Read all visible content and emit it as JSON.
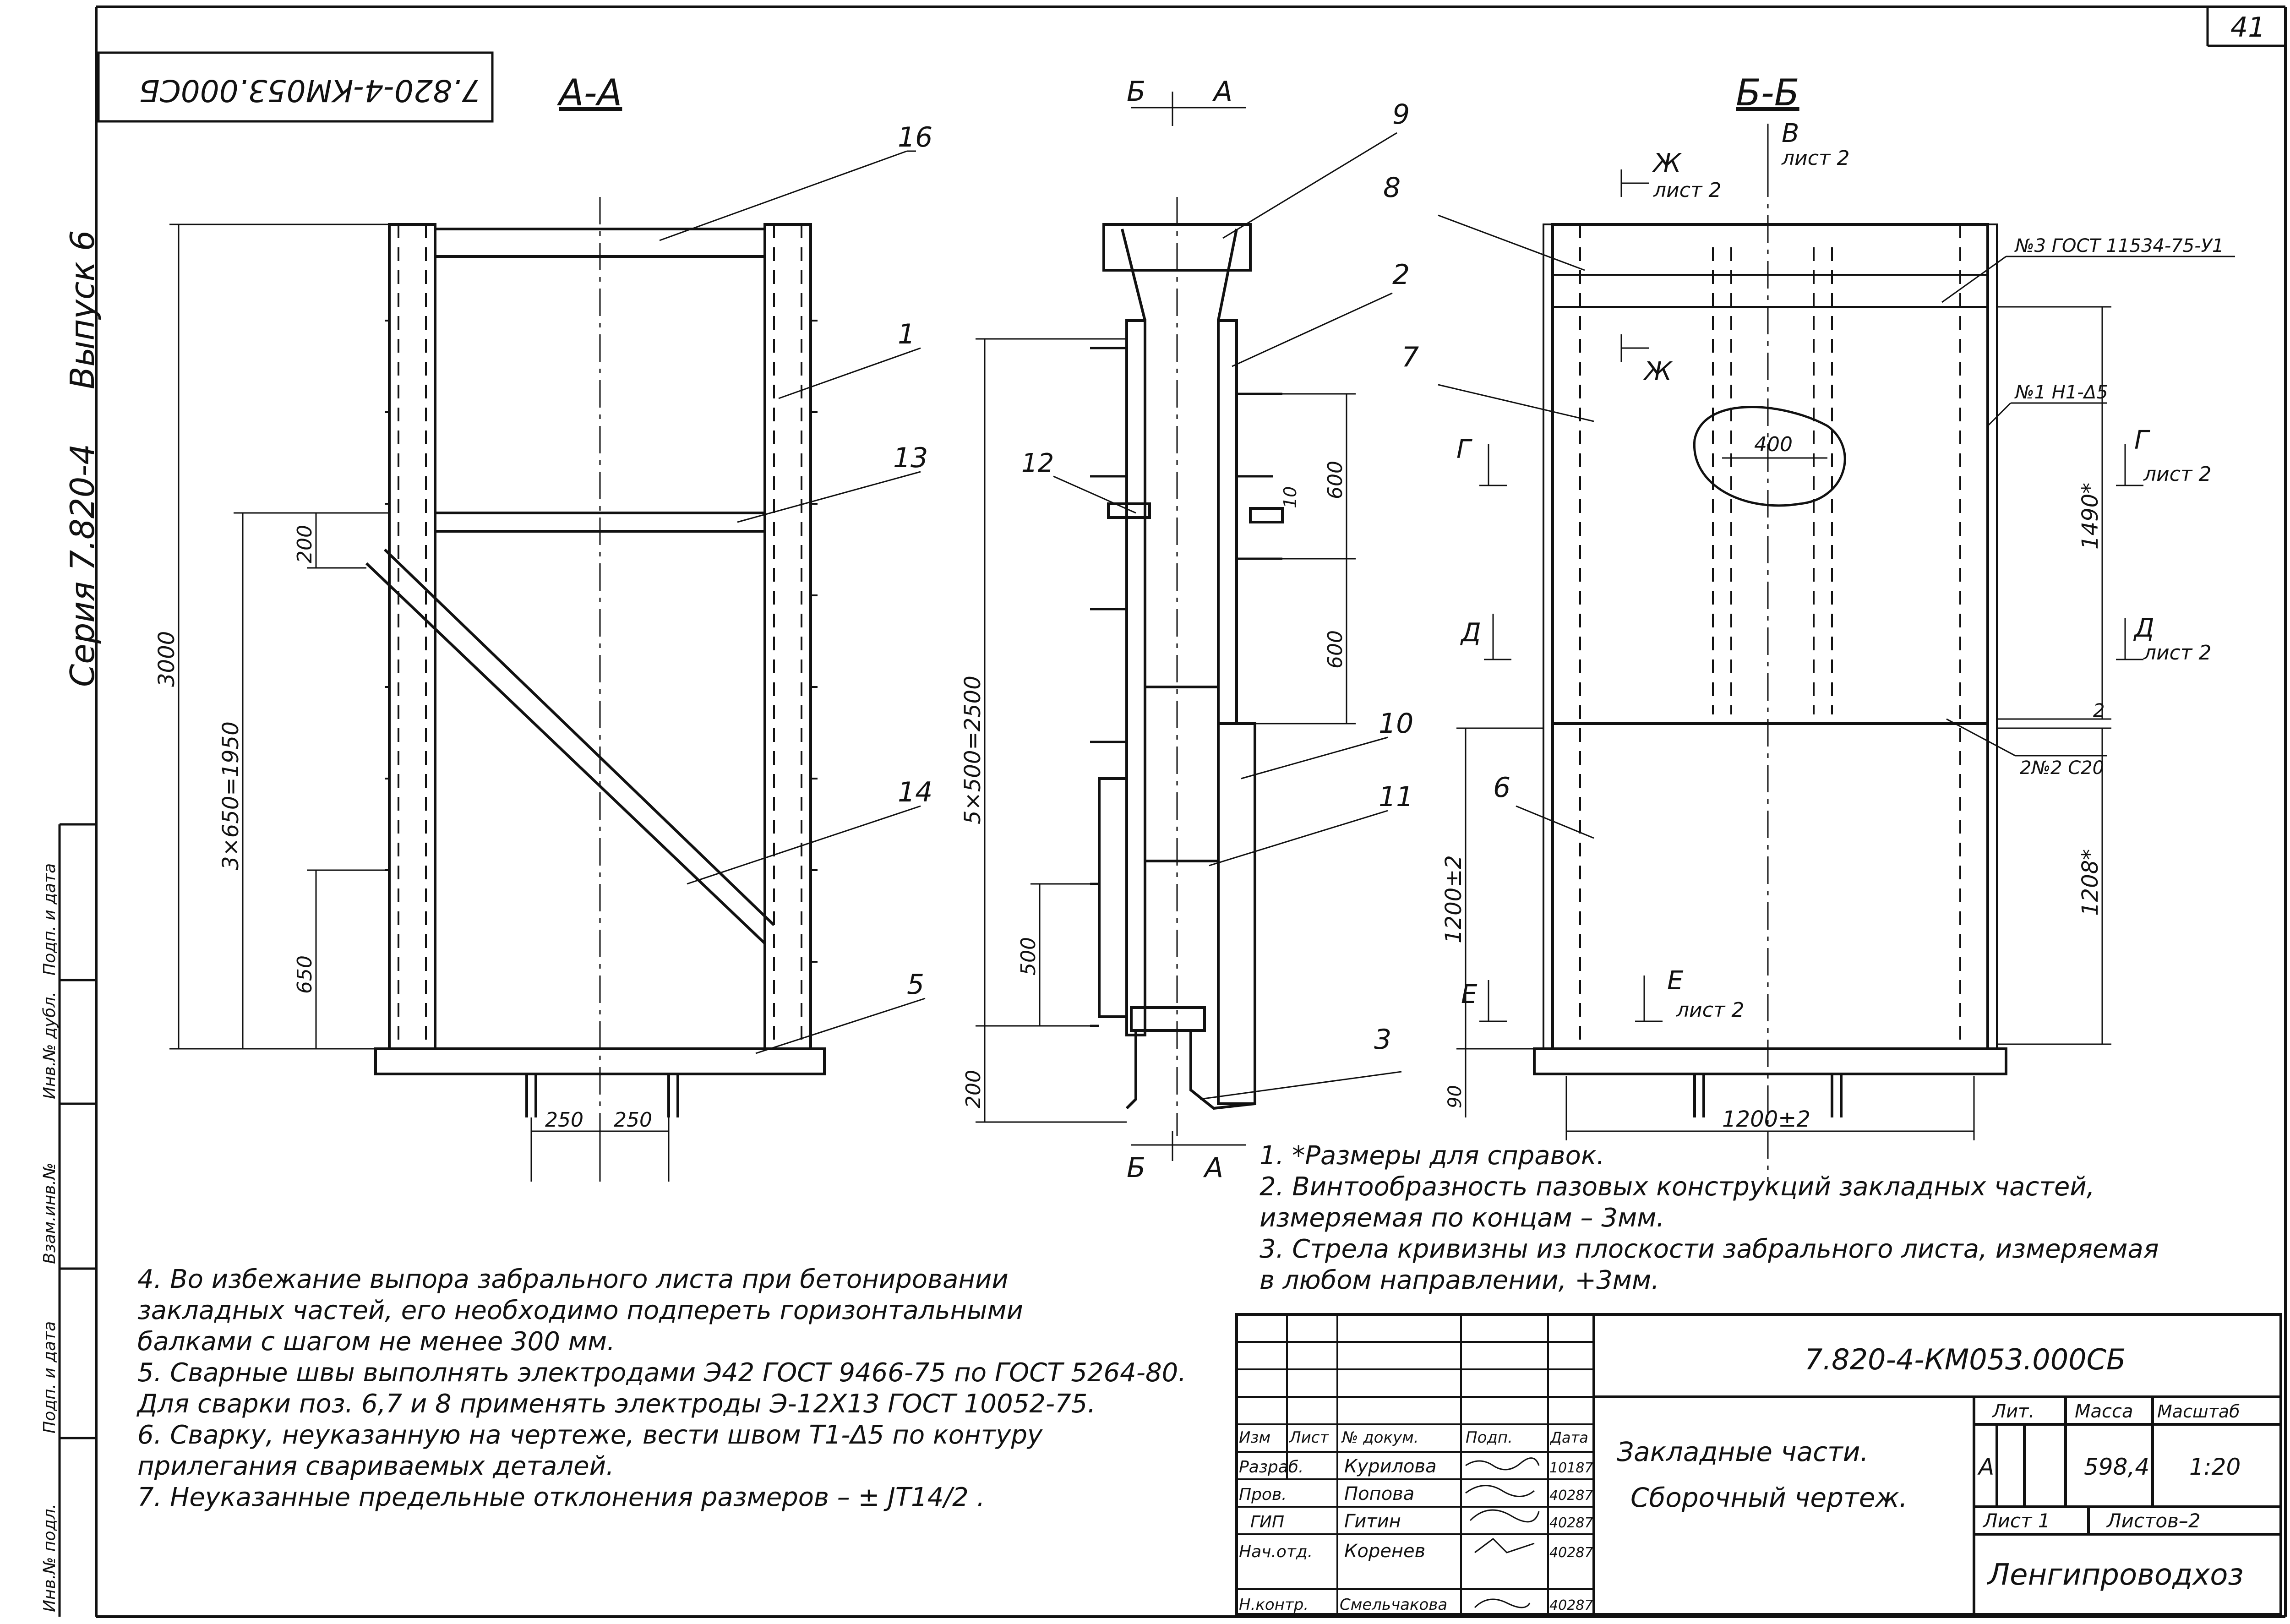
{
  "sheet_number": "41",
  "doc_code_rotated": "7.820-4-КМ053.000СБ",
  "series": {
    "series_label": "Серия 7.820-4",
    "issue_label": "Выпуск 6"
  },
  "side_strip": [
    "Инв.№ подл.",
    "Подп. и дата",
    "Взам.инв.№",
    "Инв.№ дубл.",
    "Подп. и дата"
  ],
  "sections": {
    "aa": "А-А",
    "bb": "Б-Б",
    "cut_b": "Б",
    "cut_a": "А",
    "view_v": "В",
    "view_zh": "Ж",
    "list2": "лист 2",
    "cut_g": "Г",
    "cut_d": "Д",
    "cut_e": "Е"
  },
  "callouts": {
    "n1": "1",
    "n2": "2",
    "n3": "3",
    "n5": "5",
    "n6": "6",
    "n7": "7",
    "n8": "8",
    "n9": "9",
    "n10": "10",
    "n11": "11",
    "n12": "12",
    "n13": "13",
    "n14": "14",
    "n16": "16"
  },
  "dimensions": {
    "d3000": "3000",
    "d3x650": "3×650=1950",
    "d200": "200",
    "d650": "650",
    "d250a": "250",
    "d250b": "250",
    "d5x500": "5×500=2500",
    "d600a": "600",
    "d600b": "600",
    "d10": "10",
    "d500": "500",
    "d200b": "200",
    "d400": "400",
    "d1490": "1490*",
    "d1208": "1208*",
    "d1200a": "1200±2",
    "d1200b": "1200±2",
    "d90": "90",
    "d2": "2"
  },
  "weld_marks": {
    "w3": "№3  ГОСТ 11534-75-У1",
    "w1": "№1  Н1-Δ5",
    "w2": "2№2  С20"
  },
  "notes_right": [
    "1. *Размеры для справок.",
    "2. Винтообразность пазовых конструкций закладных частей,",
    "    измеряемая по концам – 3мм.",
    "3. Стрела кривизны из плоскости забрального листа, измеряемая",
    "    в любом направлении, +3мм."
  ],
  "notes_left": [
    "4. Во избежание выпора забрального листа при бетонировании",
    "    закладных частей, его необходимо подпереть горизонтальными",
    "    балками с шагом не менее 300 мм.",
    "5. Сварные швы выполнять электродами Э42 ГОСТ 9466-75 по ГОСТ 5264-80.",
    "    Для сварки поз. 6,7 и 8 применять электроды Э-12Х13 ГОСТ 10052-75.",
    "6. Сварку, неуказанную на чертеже, вести швом Т1-Δ5 по контуру",
    "    прилегания свариваемых деталей.",
    "7. Неуказанные предельные отклонения размеров – ± JT14/2 ."
  ],
  "title_block": {
    "doc_code": "7.820-4-КМ053.000СБ",
    "title_line1": "Закладные части.",
    "title_line2": "Сборочный чертеж.",
    "col_izm": "Изм",
    "col_list": "Лист",
    "col_doc": "№ докум.",
    "col_sign": "Подп.",
    "col_date": "Дата",
    "roles": [
      "Разраб.",
      "Пров.",
      "ГИП",
      "Нач.отд.",
      "Н.контр."
    ],
    "names": [
      "Курилова",
      "Попова",
      "Гитин",
      "Коренев",
      "Смельчакова"
    ],
    "dates": [
      "10187",
      "40287",
      "40287",
      "40287",
      "40287"
    ],
    "lit_label": "Лит.",
    "mass_label": "Масса",
    "scale_label": "Масштаб",
    "lit_value": "А",
    "mass_value": "598,4",
    "scale_value": "1:20",
    "sheet_label": "Лист 1",
    "sheets_label": "Листов–2",
    "organization": "Ленгипроводхоз"
  }
}
